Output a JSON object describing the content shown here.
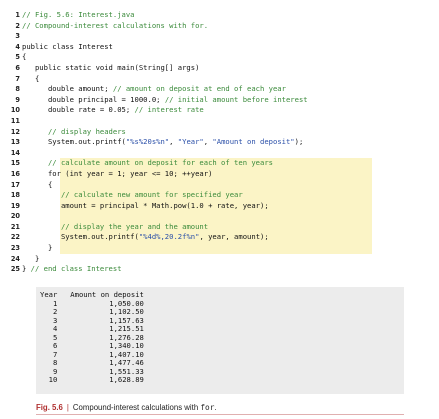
{
  "code": {
    "lines": [
      {
        "n": "1",
        "t": "// Fig. 5.6: Interest.java"
      },
      {
        "n": "2",
        "t": "// Compound-interest calculations with for."
      },
      {
        "n": "3",
        "t": ""
      },
      {
        "n": "4",
        "t": "public class Interest"
      },
      {
        "n": "5",
        "t": "{"
      },
      {
        "n": "6",
        "t": "   public static void main(String[] args)"
      },
      {
        "n": "7",
        "t": "   {"
      },
      {
        "n": "8",
        "t": "      double amount; // amount on deposit at end of each year"
      },
      {
        "n": "9",
        "t": "      double principal = 1000.0; // initial amount before interest"
      },
      {
        "n": "10",
        "t": "      double rate = 0.05; // interest rate"
      },
      {
        "n": "11",
        "t": ""
      },
      {
        "n": "12",
        "t": "      // display headers"
      },
      {
        "n": "13",
        "t": "      System.out.printf(\"%s%20s%n\", \"Year\", \"Amount on deposit\");"
      },
      {
        "n": "14",
        "t": ""
      },
      {
        "n": "15",
        "t": "      // calculate amount on deposit for each of ten years"
      },
      {
        "n": "16",
        "t": "      for (int year = 1; year <= 10; ++year)"
      },
      {
        "n": "17",
        "t": "      {"
      },
      {
        "n": "18",
        "t": "         // calculate new amount for specified year"
      },
      {
        "n": "19",
        "t": "         amount = principal * Math.pow(1.0 + rate, year);"
      },
      {
        "n": "20",
        "t": ""
      },
      {
        "n": "21",
        "t": "         // display the year and the amount"
      },
      {
        "n": "22",
        "t": "         System.out.printf(\"%4d%,20.2f%n\", year, amount);"
      },
      {
        "n": "23",
        "t": "      }"
      },
      {
        "n": "24",
        "t": "   }"
      },
      {
        "n": "25",
        "t": "} // end class Interest"
      }
    ]
  },
  "output": {
    "text": "Year   Amount on deposit\n   1            1,050.00\n   2            1,102.50\n   3            1,157.63\n   4            1,215.51\n   5            1,276.28\n   6            1,340.10\n   7            1,407.10\n   8            1,477.46\n   9            1,551.33\n  10            1,628.89"
  },
  "caption": {
    "label": "Fig. 5.6",
    "separator": "|",
    "text": "Compound-interest calculations with",
    "code": "for",
    "end": "."
  }
}
